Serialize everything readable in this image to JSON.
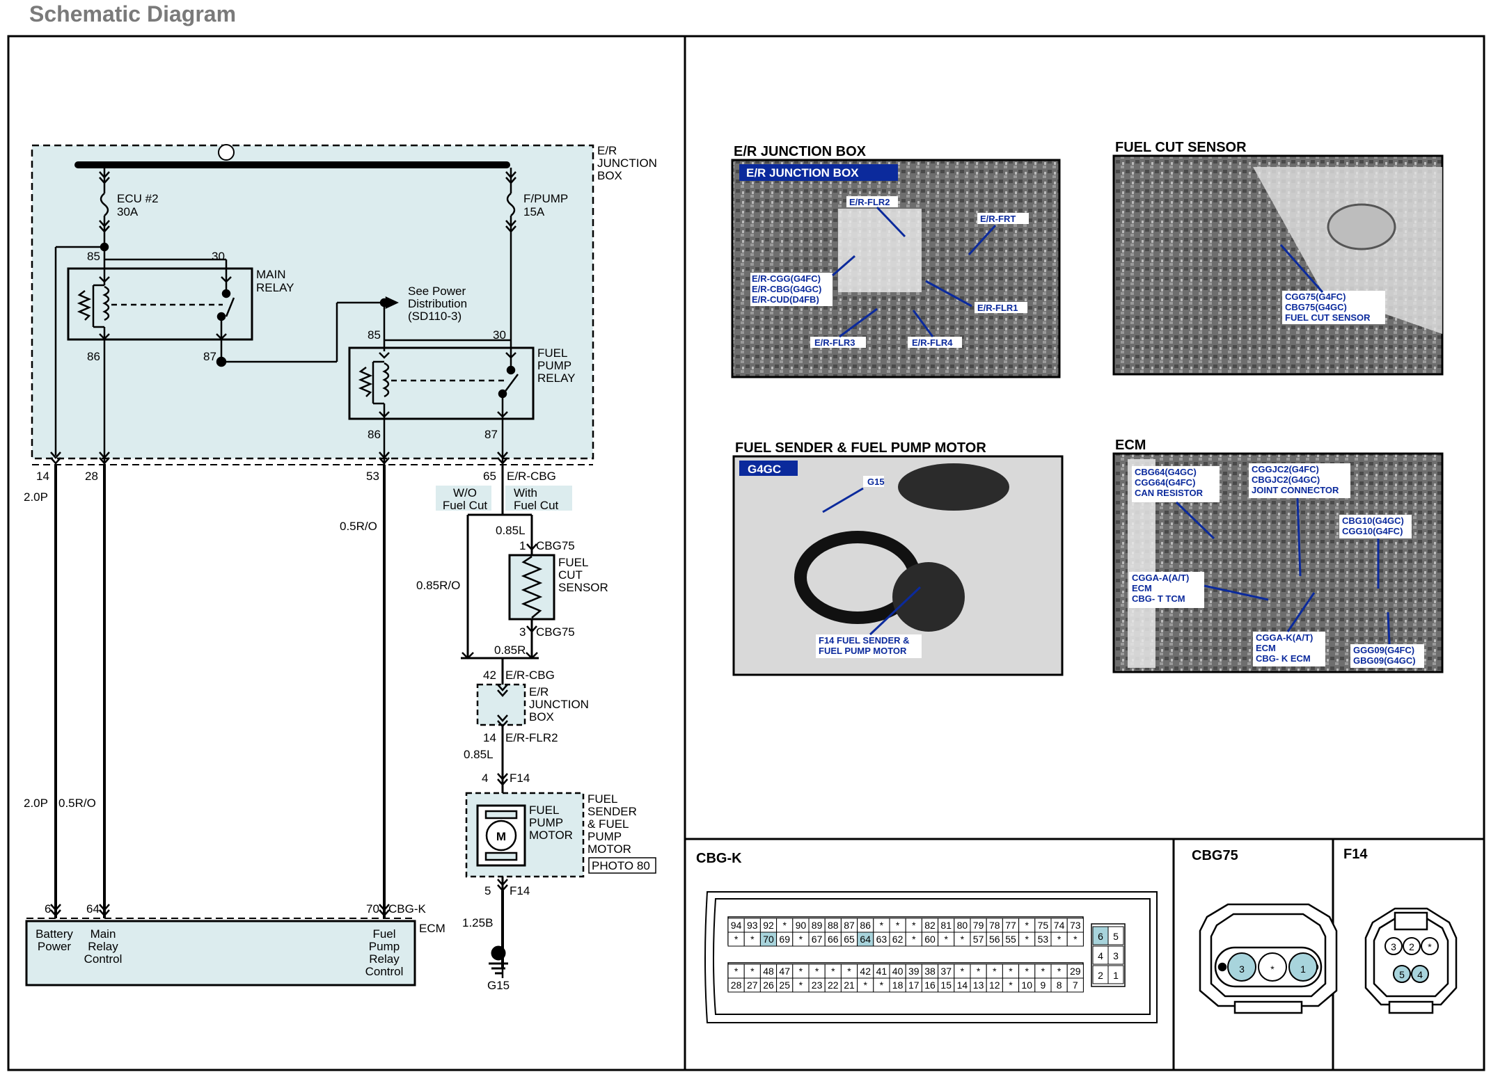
{
  "page_title": "Schematic Diagram",
  "colors": {
    "box_fill": "#dcecee",
    "pin_highlight": "#a8d4dc",
    "photo_label": "#0b2a9c",
    "frame": "#000000"
  },
  "schematic": {
    "jb_label": [
      "E/R",
      "JUNCTION",
      "BOX"
    ],
    "fuse1": {
      "name": "ECU #2",
      "rating": "30A"
    },
    "fuse2": {
      "name": "F/PUMP",
      "rating": "15A"
    },
    "main_relay": {
      "label": [
        "MAIN",
        "RELAY"
      ],
      "p85": "85",
      "p30": "30",
      "p86": "86",
      "p87": "87"
    },
    "see_power": [
      "See Power",
      "Distribution",
      "(SD110-3)"
    ],
    "fuel_pump_relay": {
      "label": [
        "FUEL",
        "PUMP",
        "RELAY"
      ],
      "p85": "85",
      "p30": "30",
      "p86": "86",
      "p87": "87"
    },
    "jb_pins": {
      "p14": "14",
      "p28": "28",
      "p53": "53",
      "p65": "65",
      "c65": "E/R-CBG"
    },
    "wires": {
      "w1": "2.0P",
      "w2": "0.5R/O",
      "w3": "2.0P",
      "w4": "0.5R/O",
      "w5": "0.85L",
      "w6": "0.85R/O",
      "w7": "0.85R",
      "w8": "0.85L",
      "w9": "1.25B"
    },
    "wo_fuel_cut": [
      "W/O",
      "Fuel Cut"
    ],
    "with_fuel_cut": [
      "With",
      "Fuel Cut"
    ],
    "cut_sensor": {
      "pin1": "1",
      "conn1": "CBG75",
      "label": [
        "FUEL",
        "CUT",
        "SENSOR"
      ],
      "pin3": "3",
      "conn3": "CBG75"
    },
    "jb2": {
      "pin42": "42",
      "conn42": "E/R-CBG",
      "label": [
        "E/R",
        "JUNCTION",
        "BOX"
      ],
      "pin14": "14",
      "conn14": "E/R-FLR2"
    },
    "pump_motor": {
      "pin4": "4",
      "conn4": "F14",
      "inner": [
        "FUEL",
        "PUMP",
        "MOTOR"
      ],
      "outer": [
        "FUEL",
        "SENDER",
        "& FUEL",
        "PUMP",
        "MOTOR"
      ],
      "photo": "PHOTO 80",
      "symbol": "M",
      "pin5": "5",
      "conn5": "F14"
    },
    "ground": "G15",
    "ecm": {
      "pin6": "6",
      "pin64": "64",
      "pin70": "70",
      "conn": "CBG-K",
      "name": "ECM",
      "l1": [
        "Battery",
        "Power"
      ],
      "l2": [
        "Main",
        "Relay",
        "Control"
      ],
      "l3": [
        "Fuel",
        "Pump",
        "Relay",
        "Control"
      ]
    }
  },
  "photos": {
    "jb": {
      "title": "E/R JUNCTION BOX",
      "tag": "E/R JUNCTION BOX",
      "labels": [
        "E/R-FLR2",
        "E/R-FRT",
        "E/R-CGG(G4FC)",
        "E/R-CBG(G4GC)",
        "E/R-CUD(D4FB)",
        "E/R-FLR1",
        "E/R-FLR3",
        "E/R-FLR4"
      ]
    },
    "fcs": {
      "title": "FUEL CUT SENSOR",
      "labels": [
        "CGG75(G4FC)",
        "CBG75(G4GC)",
        "FUEL CUT SENSOR"
      ]
    },
    "fsender": {
      "title": "FUEL SENDER & FUEL PUMP MOTOR",
      "tag": "G4GC",
      "labels": [
        "G15",
        "F14 FUEL SENDER &",
        "FUEL PUMP MOTOR"
      ]
    },
    "ecm": {
      "title": "ECM",
      "labels": [
        "CBG64(G4GC)",
        "CGG64(G4FC)",
        "CAN RESISTOR",
        "CGGJC2(G4FC)",
        "CBGJC2(G4GC)",
        "JOINT CONNECTOR",
        "CBG10(G4GC)",
        "CGG10(G4FC)",
        "CGGA-A(A/T)",
        "ECM",
        "CBG- T TCM",
        "CGGA-K(A/T)",
        "ECM",
        "CBG- K ECM",
        "GGG09(G4FC)",
        "GBG09(G4GC)"
      ]
    }
  },
  "connectors": {
    "cbgk": {
      "title": "CBG-K",
      "row1": [
        "94",
        "93",
        "92",
        "*",
        "90",
        "89",
        "88",
        "87",
        "86",
        "*",
        "*",
        "*",
        "82",
        "81",
        "80",
        "79",
        "78",
        "77",
        "*",
        "75",
        "74",
        "73"
      ],
      "row2": [
        "*",
        "*",
        "70",
        "69",
        "*",
        "67",
        "66",
        "65",
        "64",
        "63",
        "62",
        "*",
        "60",
        "*",
        "*",
        "57",
        "56",
        "55",
        "*",
        "53",
        "*",
        "*"
      ],
      "row3": [
        "*",
        "*",
        "48",
        "47",
        "*",
        "*",
        "*",
        "*",
        "42",
        "41",
        "40",
        "39",
        "38",
        "37",
        "*",
        "*",
        "*",
        "*",
        "*",
        "*",
        "*",
        "29"
      ],
      "row4": [
        "28",
        "27",
        "26",
        "25",
        "*",
        "23",
        "22",
        "21",
        "*",
        "*",
        "18",
        "17",
        "16",
        "15",
        "14",
        "13",
        "12",
        "*",
        "10",
        "9",
        "8",
        "7"
      ],
      "side": [
        "6",
        "5",
        "4",
        "3",
        "2",
        "1"
      ]
    },
    "cbg75": {
      "title": "CBG75",
      "pins": [
        "3",
        "*",
        "1"
      ]
    },
    "f14": {
      "title": "F14",
      "top": [
        "3",
        "2",
        "*"
      ],
      "bottom": [
        "5",
        "4"
      ]
    }
  }
}
